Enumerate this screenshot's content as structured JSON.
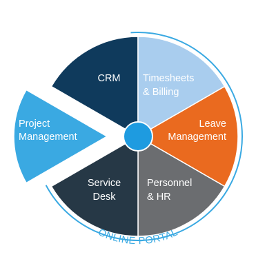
{
  "diagram": {
    "segments": [
      {
        "id": "crm",
        "lines": [
          "CRM"
        ],
        "fill": "#0f3a5c",
        "text_color": "#ffffff"
      },
      {
        "id": "timesheets",
        "lines": [
          "Timesheets",
          "& Billing"
        ],
        "fill": "#a9cdee",
        "text_color": "#ffffff"
      },
      {
        "id": "leave",
        "lines": [
          "Leave",
          "Management"
        ],
        "fill": "#ea6a1f",
        "text_color": "#ffffff"
      },
      {
        "id": "personnel",
        "lines": [
          "Personnel",
          "& HR"
        ],
        "fill": "#6b6d70",
        "text_color": "#ffffff"
      },
      {
        "id": "service",
        "lines": [
          "Service",
          "Desk"
        ],
        "fill": "#263846",
        "text_color": "#ffffff"
      },
      {
        "id": "project",
        "lines": [
          "Project",
          "Management"
        ],
        "fill": "#3aa9e2",
        "text_color": "#ffffff"
      }
    ],
    "center_color": "#1e9be0",
    "ring_color": "#3aa9e2",
    "ring_label": "ONLINE PORTAL"
  }
}
